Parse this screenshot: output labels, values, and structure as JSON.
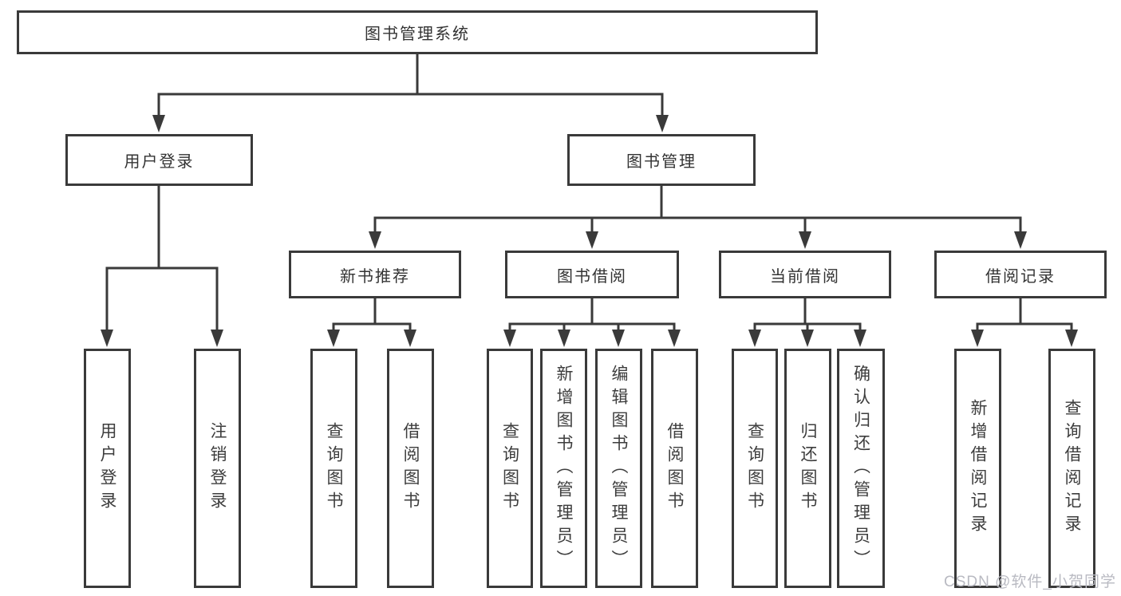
{
  "colors": {
    "line": "#3a3a3a",
    "box_border": "#3a3a3a",
    "text": "#333333",
    "background": "#ffffff",
    "watermark": "#b9bac2"
  },
  "watermark": {
    "text": "CSDN @软件_小贺同学"
  },
  "tree": {
    "root": {
      "label": "图书管理系统"
    },
    "children": [
      {
        "label": "用户登录",
        "children": [
          {
            "label": "用户登录"
          },
          {
            "label": "注销登录"
          }
        ]
      },
      {
        "label": "图书管理",
        "children": [
          {
            "label": "新书推荐",
            "children": [
              {
                "label": "查询图书"
              },
              {
                "label": "借阅图书"
              }
            ]
          },
          {
            "label": "图书借阅",
            "children": [
              {
                "label": "查询图书"
              },
              {
                "label": "新增图书（管理员）"
              },
              {
                "label": "编辑图书（管理员）"
              },
              {
                "label": "借阅图书"
              }
            ]
          },
          {
            "label": "当前借阅",
            "children": [
              {
                "label": "查询图书"
              },
              {
                "label": "归还图书"
              },
              {
                "label": "确认归还（管理员）"
              }
            ]
          },
          {
            "label": "借阅记录",
            "children": [
              {
                "label": "新增借阅记录"
              },
              {
                "label": "查询借阅记录"
              }
            ]
          }
        ]
      }
    ]
  }
}
